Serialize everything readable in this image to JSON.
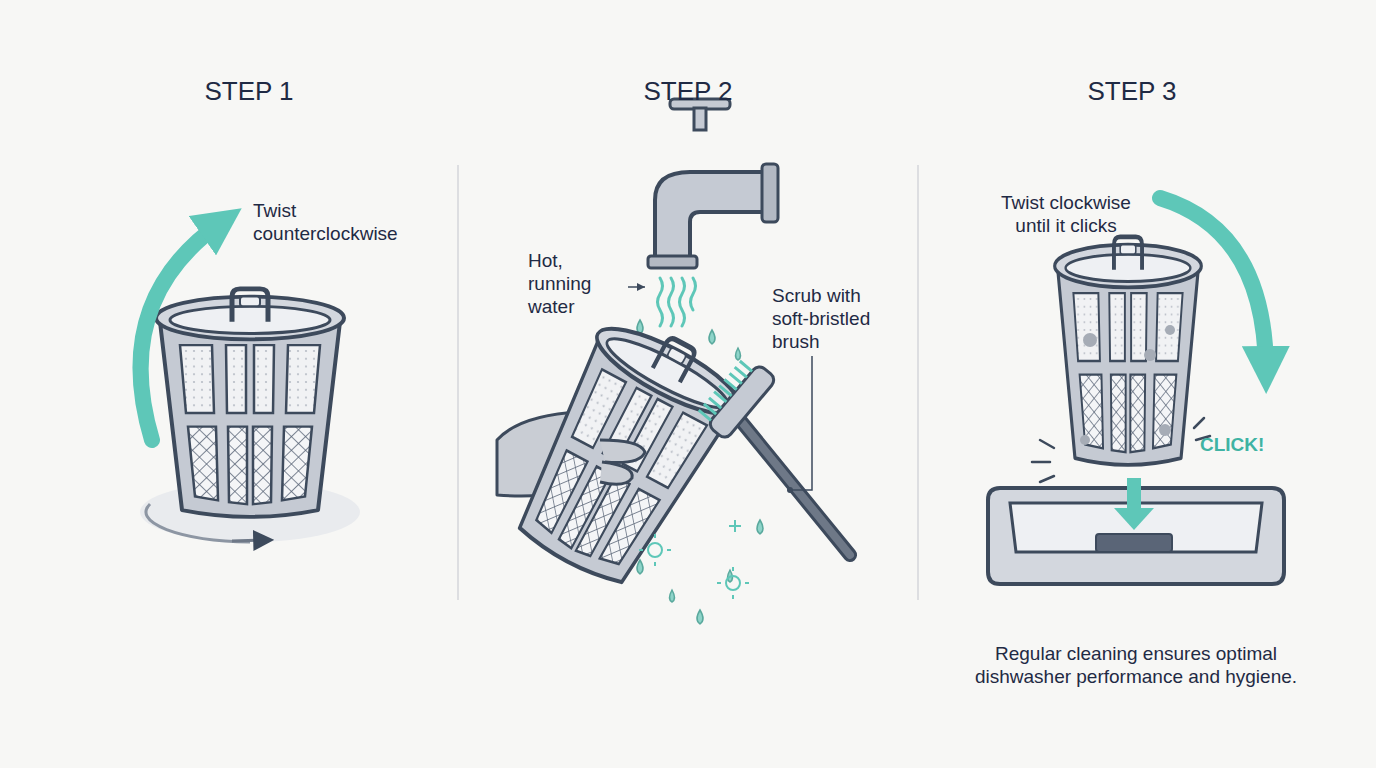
{
  "diagram": {
    "caption": "Regular cleaning ensures optimal dishwasher performance and hygiene.",
    "labels": [
      "STEP 1",
      "STEP 2",
      "STEP 3",
      "Twist counterclockwise",
      "Hot, running water",
      "Scrub with soft-bristled brush",
      "Twist clockwise until it clicks",
      "CLICK!"
    ]
  }
}
